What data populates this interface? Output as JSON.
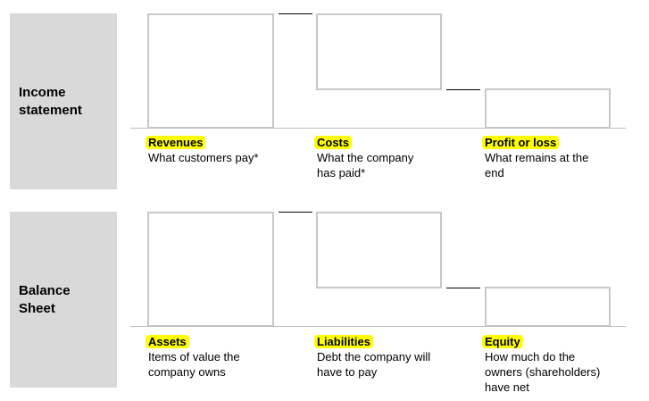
{
  "income": {
    "label": "Income\nstatement",
    "items": [
      {
        "title": "Revenues",
        "desc": "What customers pay*"
      },
      {
        "title": "Costs",
        "desc": "What the company\nhas paid*"
      },
      {
        "title": "Profit or loss",
        "desc": "What remains at the\nend"
      }
    ]
  },
  "balance": {
    "label": "Balance\nSheet",
    "items": [
      {
        "title": "Assets",
        "desc": "Items of value the\ncompany owns"
      },
      {
        "title": "Liabilities",
        "desc": "Debt the company will\nhave to pay"
      },
      {
        "title": "Equity",
        "desc": "How much do the\nowners (shareholders)\nhave net"
      }
    ]
  },
  "colors": {
    "highlight": "#ffff00",
    "panel": "#d9d9d9",
    "box_border": "#c8c8c8"
  }
}
